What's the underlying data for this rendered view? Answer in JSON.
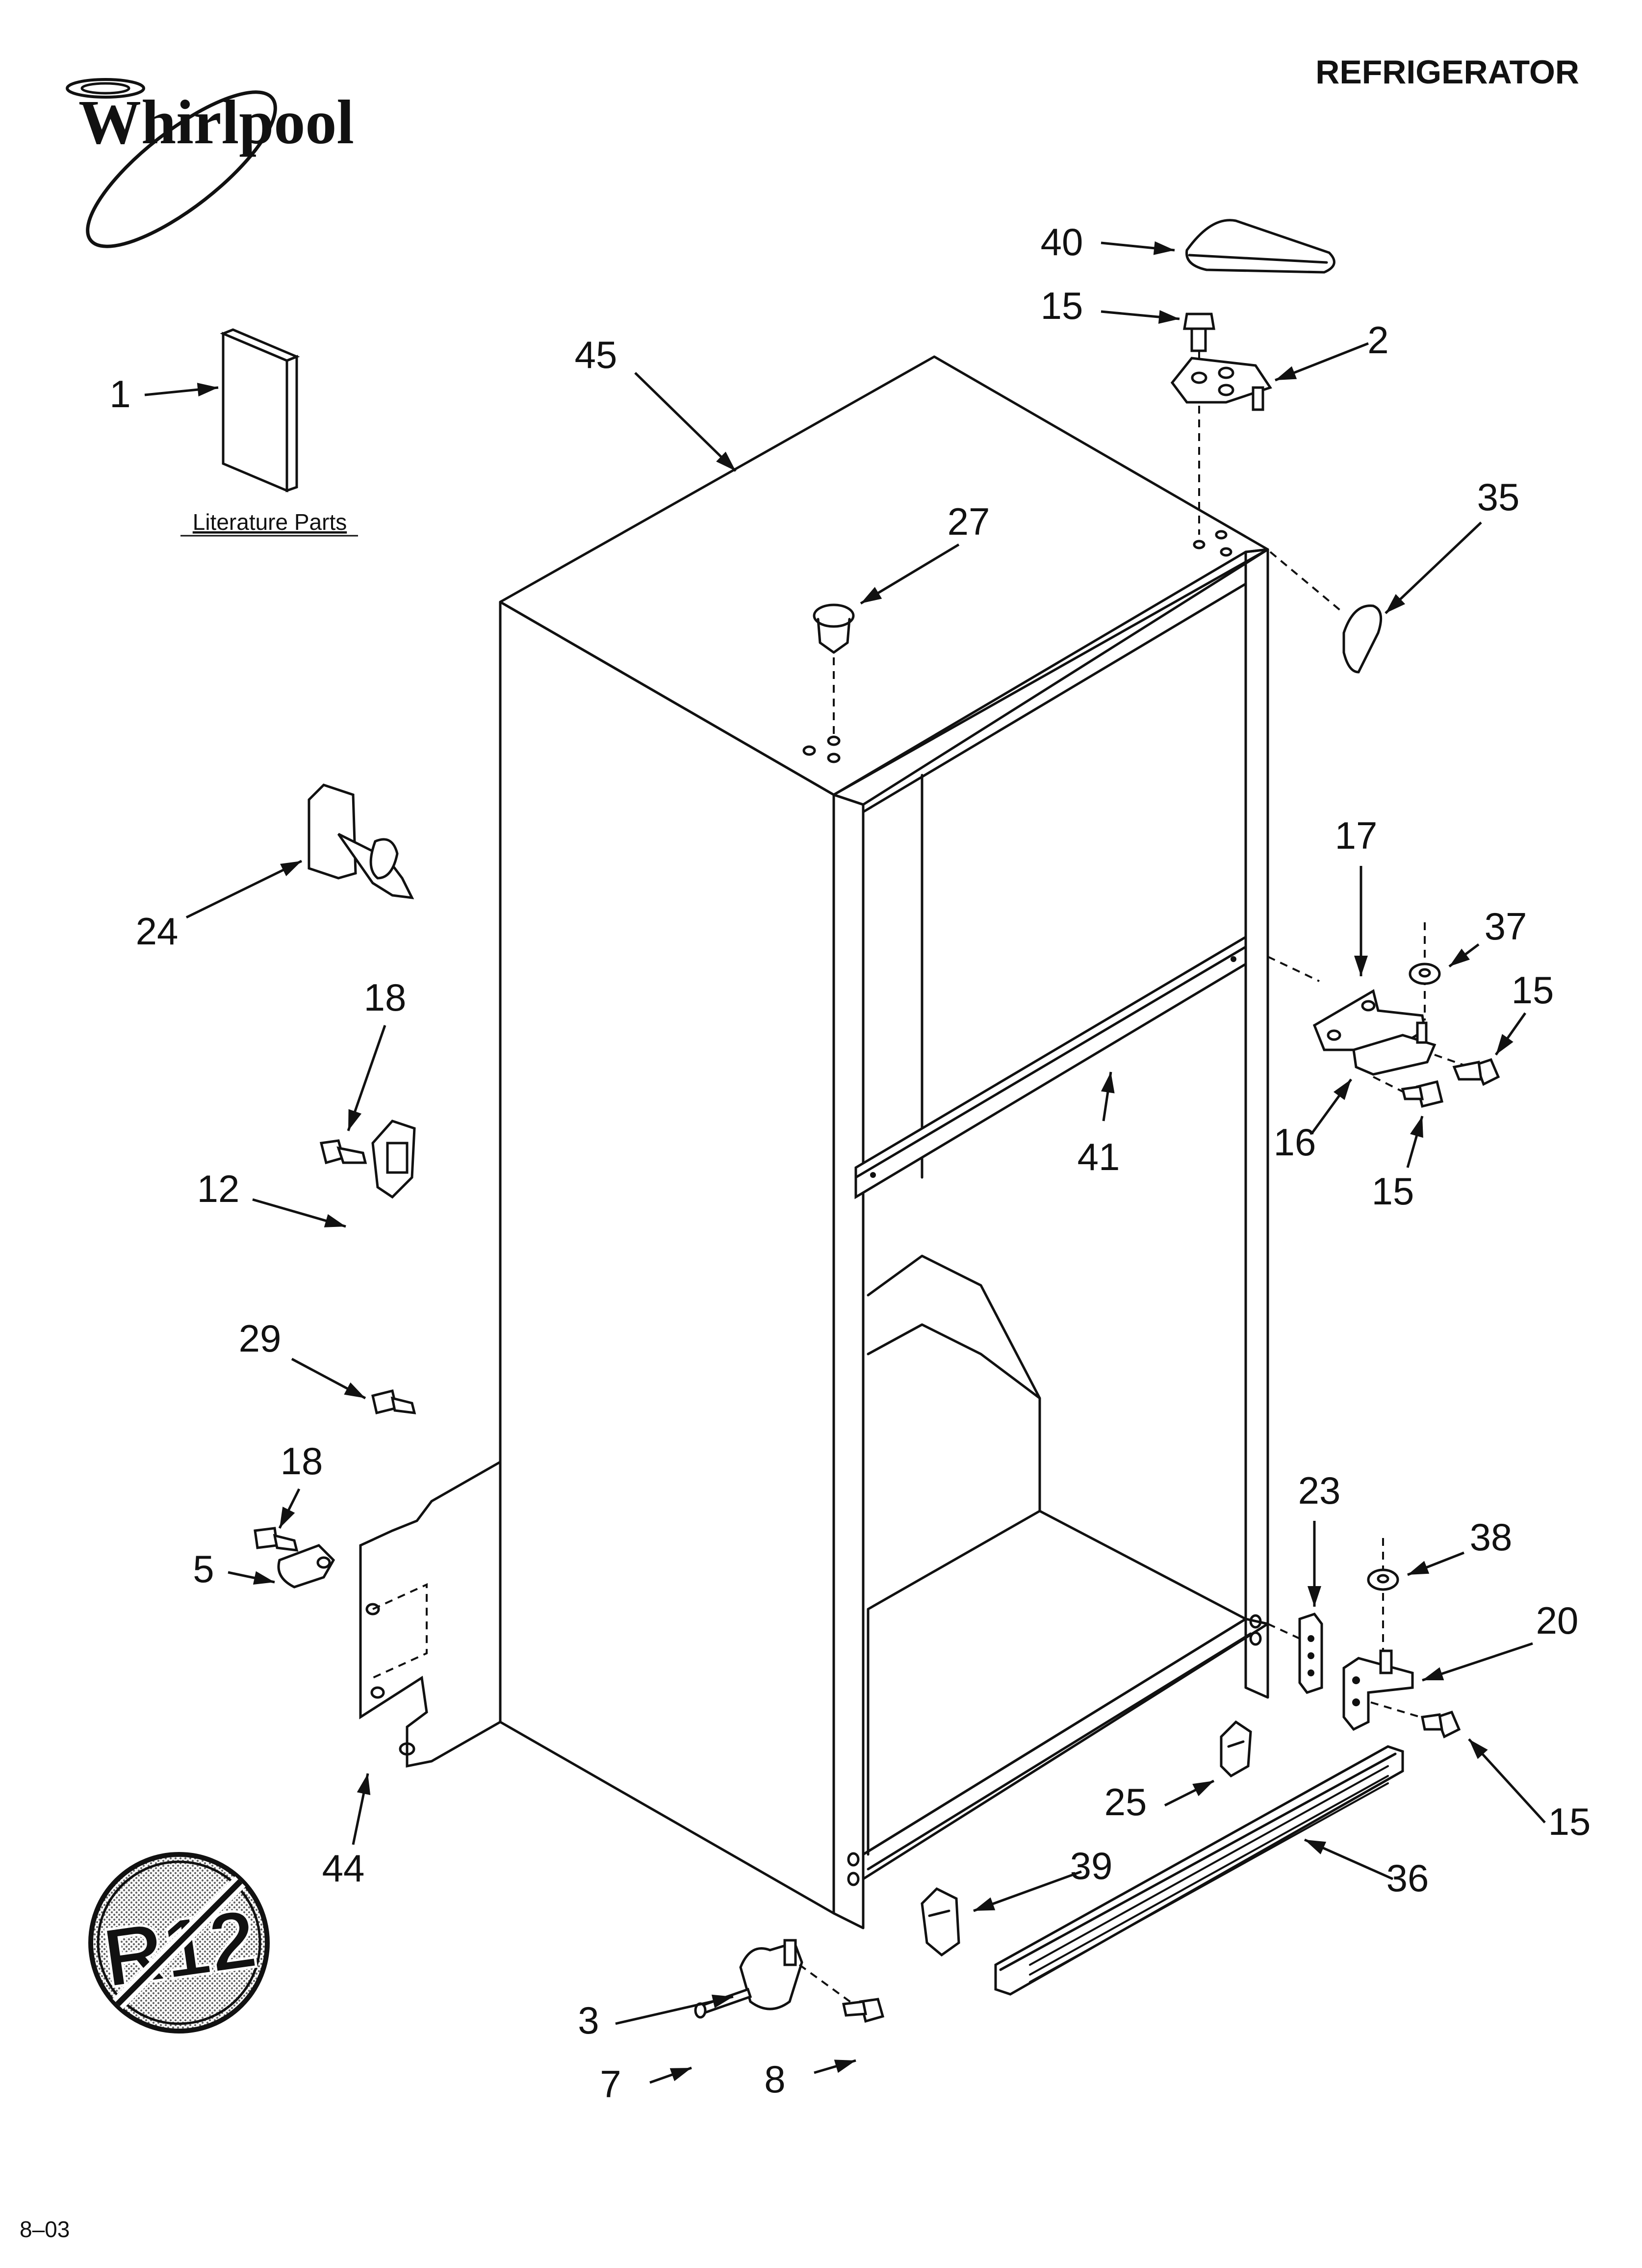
{
  "header": {
    "brand": "Whirlpool",
    "title": "REFRIGERATOR"
  },
  "literature_label": "Literature Parts",
  "badge_text": "R12",
  "footer_date": "8–03",
  "callouts": [
    {
      "id": "c40",
      "text": "40"
    },
    {
      "id": "c15a",
      "text": "15"
    },
    {
      "id": "c2",
      "text": "2"
    },
    {
      "id": "c45",
      "text": "45"
    },
    {
      "id": "c1",
      "text": "1"
    },
    {
      "id": "c27",
      "text": "27"
    },
    {
      "id": "c35",
      "text": "35"
    },
    {
      "id": "c24",
      "text": "24"
    },
    {
      "id": "c17",
      "text": "17"
    },
    {
      "id": "c37",
      "text": "37"
    },
    {
      "id": "c15b",
      "text": "15"
    },
    {
      "id": "c18a",
      "text": "18"
    },
    {
      "id": "c12",
      "text": "12"
    },
    {
      "id": "c41",
      "text": "41"
    },
    {
      "id": "c16",
      "text": "16"
    },
    {
      "id": "c15c",
      "text": "15"
    },
    {
      "id": "c29",
      "text": "29"
    },
    {
      "id": "c18b",
      "text": "18"
    },
    {
      "id": "c23",
      "text": "23"
    },
    {
      "id": "c38",
      "text": "38"
    },
    {
      "id": "c5",
      "text": "5"
    },
    {
      "id": "c20",
      "text": "20"
    },
    {
      "id": "c25",
      "text": "25"
    },
    {
      "id": "c15d",
      "text": "15"
    },
    {
      "id": "c44",
      "text": "44"
    },
    {
      "id": "c39",
      "text": "39"
    },
    {
      "id": "c36",
      "text": "36"
    },
    {
      "id": "c3",
      "text": "3"
    },
    {
      "id": "c7",
      "text": "7"
    },
    {
      "id": "c8",
      "text": "8"
    }
  ]
}
